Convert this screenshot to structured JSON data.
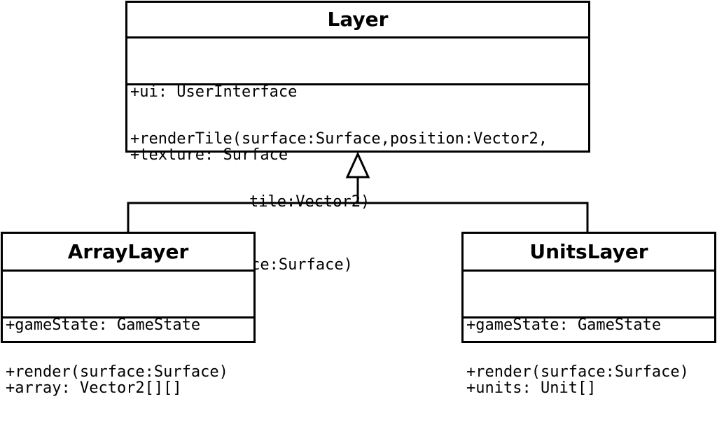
{
  "classes": {
    "layer": {
      "name": "Layer",
      "attributes": [
        "+ui: UserInterface",
        "+texture: Surface"
      ],
      "methods": [
        "+renderTile(surface:Surface,position:Vector2,",
        "tile:Vector2)",
        "+render(surface:Surface)"
      ]
    },
    "array_layer": {
      "name": "ArrayLayer",
      "attributes": [
        "+gameState: GameState",
        "+array: Vector2[][]"
      ],
      "methods": [
        "+render(surface:Surface)"
      ]
    },
    "units_layer": {
      "name": "UnitsLayer",
      "attributes": [
        "+gameState: GameState",
        "+units: Unit[]"
      ],
      "methods": [
        "+render(surface:Surface)"
      ]
    }
  },
  "relationships": [
    {
      "type": "generalization",
      "parent": "Layer",
      "child": "ArrayLayer"
    },
    {
      "type": "generalization",
      "parent": "Layer",
      "child": "UnitsLayer"
    }
  ],
  "colors": {
    "stroke": "#000000",
    "fill": "#ffffff"
  }
}
